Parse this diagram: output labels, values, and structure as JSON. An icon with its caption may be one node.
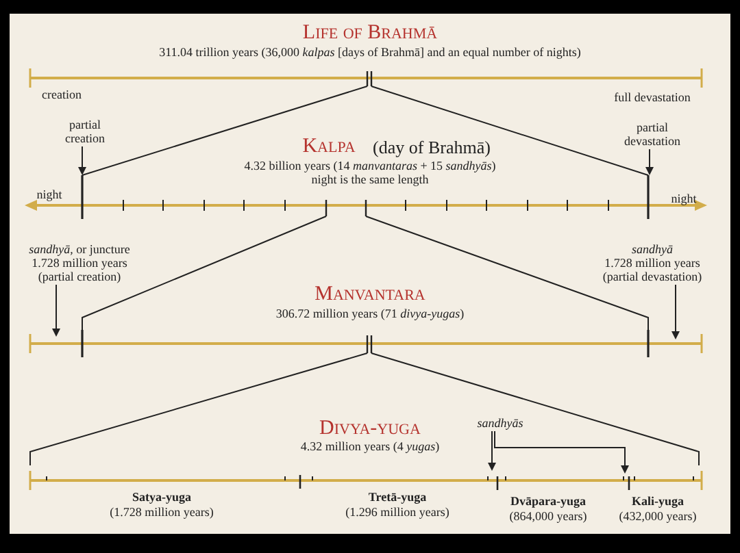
{
  "diagram": {
    "nodes": [
      {
        "text": [
          "partial creation"
        ]
      },
      {
        "text": [
          "partial devastation"
        ]
      },
      {
        "text": [
          "*sandhyā*, or juncture 1.728 million years (partial creation)"
        ]
      },
      {
        "text": [
          "*sandhyā* 1.728 million years (partial devastation)"
        ]
      },
      {
        "text": [
          "sandhyās"
        ]
      }
    ],
    "edges": [
      {
        "from": 0,
        "to": null,
        "arrow": "to"
      },
      {
        "from": 1,
        "to": null,
        "arrow": "to"
      },
      {
        "from": 2,
        "to": null,
        "arrow": "to"
      },
      {
        "from": 3,
        "to": null,
        "arrow": "to"
      },
      {
        "from": 4,
        "to": null,
        "arrow": "to"
      },
      {
        "from": 4,
        "to": null,
        "arrow": "to"
      }
    ],
    "labels": [
      "Life of Brahmā",
      "311.04 trillion years (36,000 *kalpas* [days of Brahmā] and an equal number of nights)",
      "creation",
      "full devastation",
      "Kalpa",
      "(day of Brahmā)",
      "4.32 billion years (14 *manvantaras* + 15 *sandhyās*)",
      "night is the same length",
      "night",
      "night",
      "Manvantara",
      "306.72 million years (71 *divya-yugas*)",
      "Divya-yuga",
      "4.32 million years (4 *yugas*)",
      "Satya-yuga",
      "(1.728 million years)",
      "Tretā-yuga",
      "(1.296 million years)",
      "Dvāpara-yuga",
      "(864,000 years)",
      "Kali-yuga",
      "(432,000 years)"
    ]
  }
}
